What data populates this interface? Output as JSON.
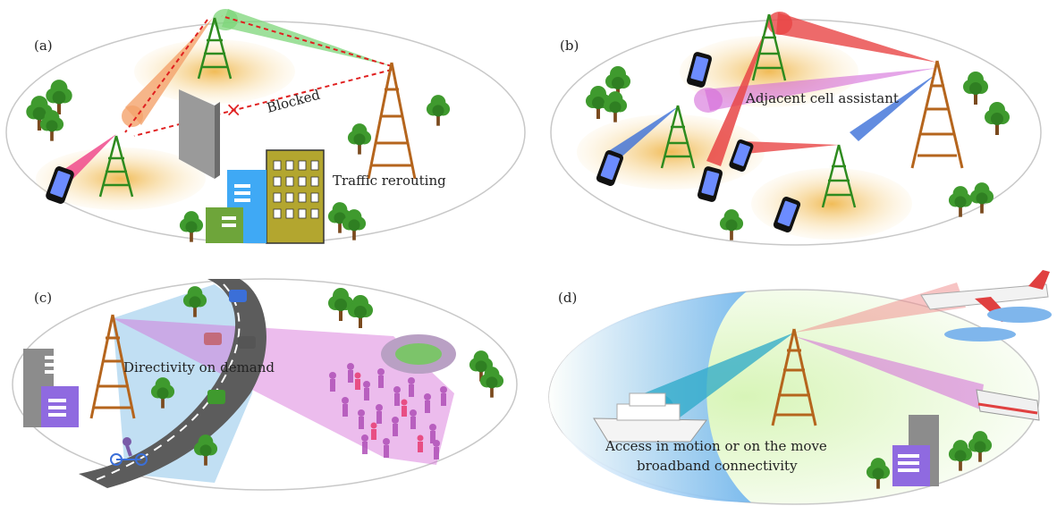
{
  "panels": {
    "a": {
      "label": "(a)",
      "blocked_label": "Blocked",
      "caption": "Traffic rerouting"
    },
    "b": {
      "label": "(b)",
      "caption": "Adjacent cell assistant"
    },
    "c": {
      "label": "(c)",
      "caption": "Directivity on demand"
    },
    "d": {
      "label": "(d)",
      "caption_line1": "Access in motion or on the move",
      "caption_line2": "broadband connectivity"
    }
  },
  "colors": {
    "tower_green": "#2e8b1f",
    "tower_brown": "#b5651d",
    "coverage_gold": "#f5c76a",
    "beam_green": "#7ed67a",
    "beam_orange": "#f4a26b",
    "beam_pink": "#f04a8c",
    "beam_red": "#e84545",
    "beam_magenta": "#d46ad8",
    "beam_blue": "#3b6fd8",
    "beam_cyan": "#2aa8c8",
    "beam_light_blue": "#a6d2ee",
    "tree_green": "#3f9a2e",
    "trunk_brown": "#7a4a1e"
  }
}
